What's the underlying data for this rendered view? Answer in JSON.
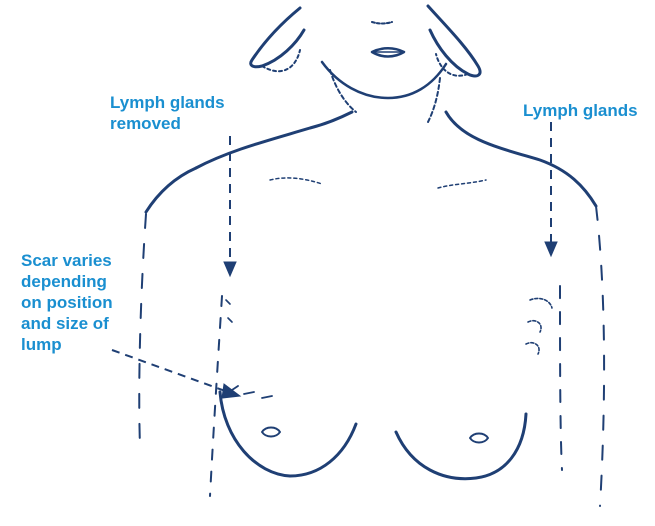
{
  "labels": {
    "lymph_left": "Lymph glands\nremoved",
    "lymph_right": "Lymph glands",
    "scar": "Scar varies\ndepending\non position\nand size of\nlump"
  },
  "colors": {
    "label": "#1a8fd0",
    "ink": "#1f3f74",
    "background": "#ffffff"
  }
}
